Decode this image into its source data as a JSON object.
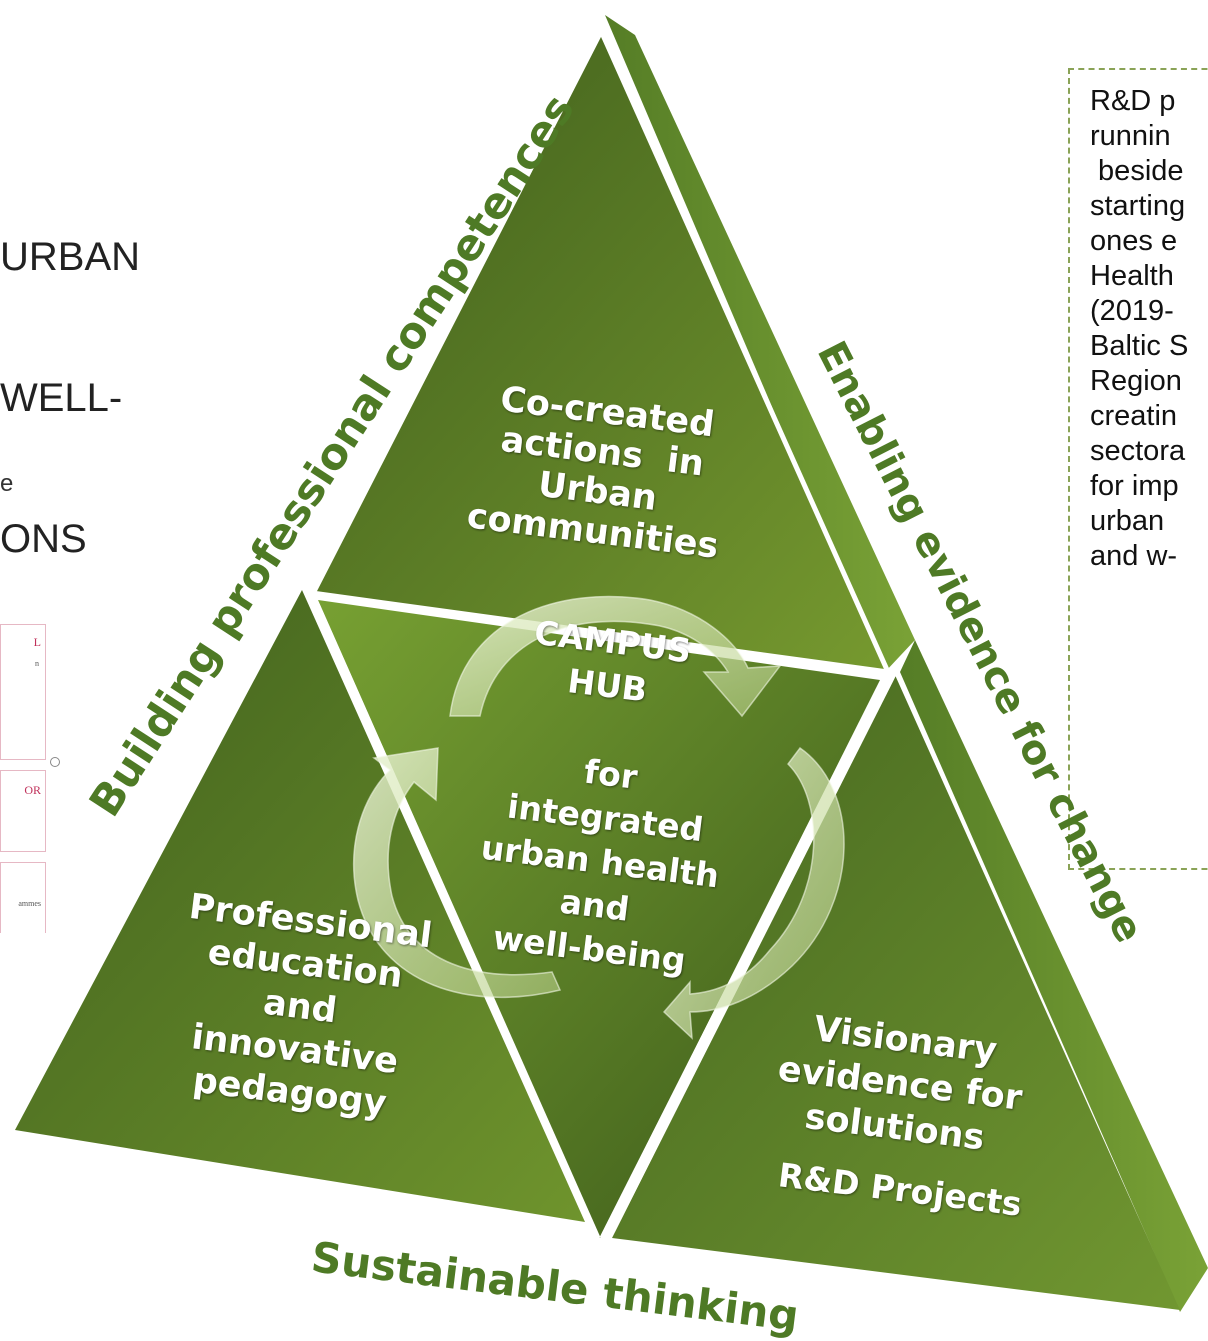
{
  "background": {
    "title_lines": [
      "URBAN",
      "WELL-",
      "ONS"
    ],
    "fragment_letter": "e",
    "doc_cards": [
      "L",
      "OR",
      ""
    ],
    "doc_tiny": [
      "n",
      "ammes"
    ]
  },
  "diagram": {
    "top_triangle": "Co-created\nactions  in\nUrban\ncommunities",
    "center_hub": {
      "title": "CAMPUS\nHUB",
      "subtitle": "for\nintegrated\nurban health\nand\nwell-being"
    },
    "left_triangle": "Professional\neducation\nand\ninnovative\npedagogy",
    "right_triangle": {
      "text": "Visionary\nevidence for\nsolutions",
      "subtext": "R&D Projects"
    },
    "left_side_label": "Building professional competences",
    "right_side_label": "Enabling evidence for change",
    "bottom_label": "Sustainable thinking"
  },
  "note": {
    "text": "R&D p\nrunnin\n beside\nstarting\nones e\nHealth\n(2019-\nBaltic S\nRegion\ncreatin\nsectora\nfor imp\nurban \nand w-"
  },
  "colors": {
    "triangle_dark": "#4a6a22",
    "triangle_light": "#74972f",
    "side_face": "#5f8a2c",
    "label_green": "#4e7a25",
    "dashed_border": "#8aa357"
  }
}
